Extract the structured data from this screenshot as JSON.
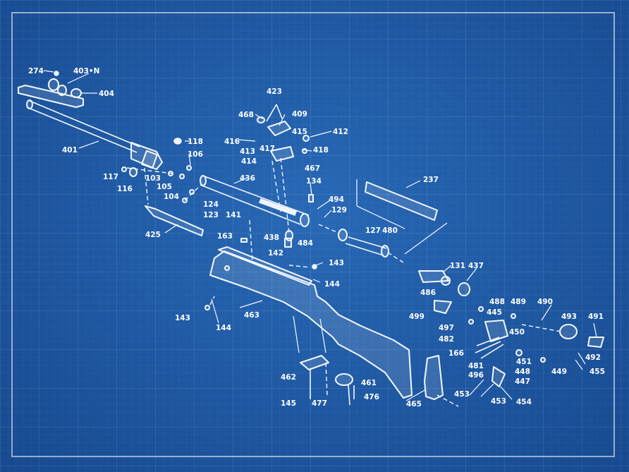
{
  "background_color": "#1d5ba7",
  "line_color": "#f4f8ff",
  "callouts": {
    "c274": "274",
    "c403n": "403•N",
    "c404": "404",
    "c401": "401",
    "c423": "423",
    "c468": "468",
    "c409": "409",
    "c416": "416",
    "c415": "415",
    "c412": "412",
    "c417": "417",
    "c418": "418",
    "c413": "413",
    "c414": "414",
    "c467": "467",
    "c118": "118",
    "c106": "106",
    "c103": "103",
    "c117": "117",
    "c116": "116",
    "c105": "105",
    "c104": "104",
    "c436": "436",
    "c134": "134",
    "c124": "124",
    "c123": "123",
    "c494": "494",
    "c129": "129",
    "c237": "237",
    "c425": "425",
    "c141": "141",
    "c163": "163",
    "c438": "438",
    "c484": "484",
    "c127": "127",
    "c480": "480",
    "c142": "142",
    "c143a": "143",
    "c144a": "144",
    "c131": "131",
    "c437": "437",
    "c143b": "143",
    "c144b": "144",
    "c463": "463",
    "c486": "486",
    "c499": "499",
    "c488": "488",
    "c445": "445",
    "c489": "489",
    "c490": "490",
    "c493": "493",
    "c491": "491",
    "c497": "497",
    "c482": "482",
    "c450": "450",
    "c166": "166",
    "c451": "451",
    "c481": "481",
    "c448": "448",
    "c449": "449",
    "c492": "492",
    "c455": "455",
    "c496": "496",
    "c447": "447",
    "c462": "462",
    "c461": "461",
    "c476": "476",
    "c145": "145",
    "c477": "477",
    "c465": "465",
    "c453": "453",
    "c463b": "453",
    "c454": "454"
  }
}
